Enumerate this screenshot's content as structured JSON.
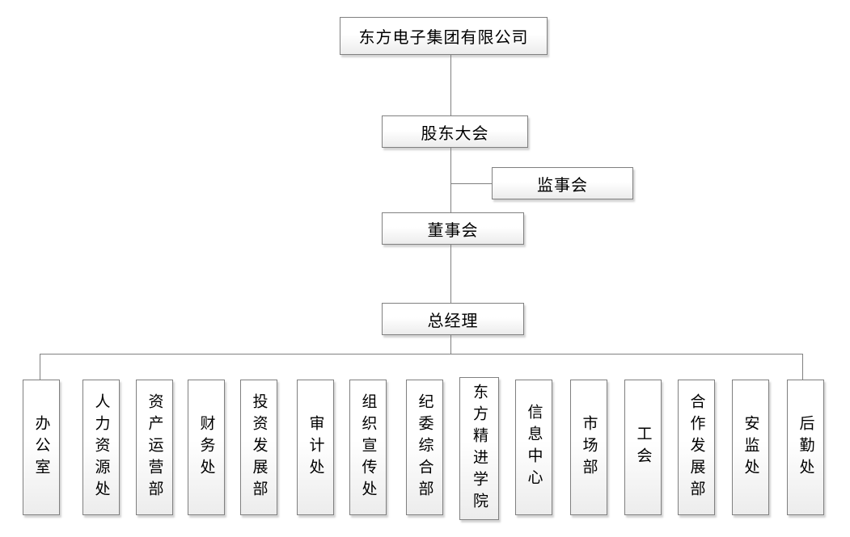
{
  "org_chart": {
    "root": {
      "label": "东方电子集团有限公司"
    },
    "shareholders_meeting": {
      "label": "股东大会"
    },
    "supervisory_board": {
      "label": "监事会"
    },
    "board_of_directors": {
      "label": "董事会"
    },
    "general_manager": {
      "label": "总经理"
    },
    "departments": [
      {
        "label": "办公室"
      },
      {
        "label": "人力资源处"
      },
      {
        "label": "资产运营部"
      },
      {
        "label": "财务处"
      },
      {
        "label": "投资发展部"
      },
      {
        "label": "审计处"
      },
      {
        "label": "组织宣传处"
      },
      {
        "label": "纪委综合部"
      },
      {
        "label": "东方精进学院"
      },
      {
        "label": "信息中心"
      },
      {
        "label": "市场部"
      },
      {
        "label": "工会"
      },
      {
        "label": "合作发展部"
      },
      {
        "label": "安监处"
      },
      {
        "label": "后勤处"
      }
    ]
  },
  "colors": {
    "box_border": "#808080",
    "box_fill_top": "#ffffff",
    "box_fill_bottom": "#ececec",
    "connector": "#808080",
    "text": "#000000",
    "background": "#ffffff"
  }
}
